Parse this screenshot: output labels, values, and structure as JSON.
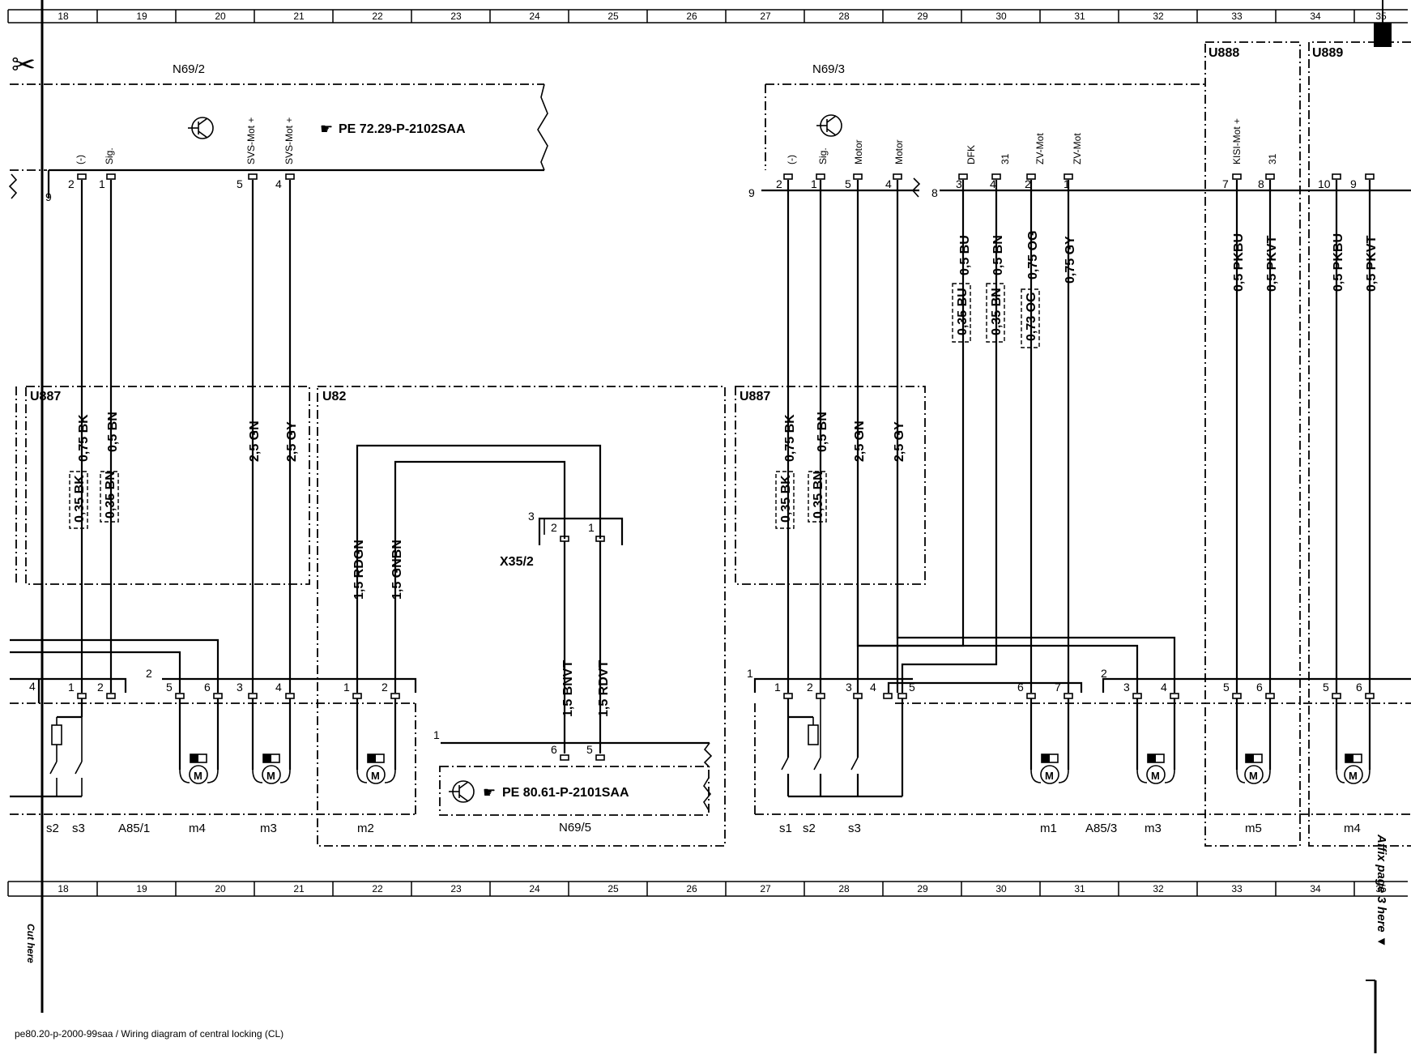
{
  "grid_numbers": [
    "18",
    "19",
    "20",
    "21",
    "22",
    "23",
    "24",
    "25",
    "26",
    "27",
    "28",
    "29",
    "30",
    "31",
    "32",
    "33",
    "34",
    "35"
  ],
  "side_notes": {
    "cut_here": "Cut here",
    "affix": "Affix page 3 here ▼"
  },
  "caption": "pe80.20-p-2000-99saa / Wiring diagram of central locking (CL)",
  "modules": {
    "n69_2": {
      "name": "N69/2",
      "ref": "PE 72.29-P-2102SAA"
    },
    "n69_3": {
      "name": "N69/3"
    },
    "n69_5": {
      "name": "N69/5",
      "ref": "PE 80.61-P-2101SAA"
    },
    "u888": "U888",
    "u889": "U889",
    "u887_left": "U887",
    "u887_right": "U887",
    "u82": "U82",
    "x35_2": "X35/2"
  },
  "n69_2_pins": [
    {
      "num": "2",
      "name": "(-)"
    },
    {
      "num": "1",
      "name": "Sig."
    },
    {
      "num": "5",
      "name": "SVS-Mot +"
    },
    {
      "num": "4",
      "name": "SVS-Mot +"
    }
  ],
  "n69_3_pins": [
    {
      "num": "2",
      "name": "(-)"
    },
    {
      "num": "1",
      "name": "Sig."
    },
    {
      "num": "5",
      "name": "Motor"
    },
    {
      "num": "4",
      "name": "Motor"
    },
    {
      "num": "3",
      "name": "DFK"
    },
    {
      "num": "4",
      "name": "31"
    },
    {
      "num": "2",
      "name": "ZV-Mot"
    },
    {
      "num": "1",
      "name": "ZV-Mot"
    },
    {
      "num": "7",
      "name": "KISI-Mot +"
    },
    {
      "num": "8",
      "name": "31"
    },
    {
      "num": "10",
      "name": ""
    },
    {
      "num": "9",
      "name": ""
    }
  ],
  "connector_numbers": {
    "n69_2_left": "9",
    "n69_3_left": "9",
    "n69_3_mid": "8",
    "a85_1_left": "4",
    "a85_1_mid": "2",
    "a85_3_left": "1",
    "a85_3_mid": "2",
    "x35_pin": "3",
    "n69_5_left": "1"
  },
  "wires": {
    "w0": "0,75 BK",
    "w1": "0,5 BN",
    "w2": "2,5 GN",
    "w3": "2,5 GY",
    "w4": "0,35 BK",
    "w5": "0,35 BN",
    "w6": "1,5 RDGN",
    "w7": "1,5 GNBN",
    "w8": "1,5 BNVT",
    "w9": "1,5 RDVT",
    "w10": "0,75 BK",
    "w11": "0,5 BN",
    "w12": "2,5 GN",
    "w13": "2,5 GY",
    "w14": "0,35 BK",
    "w15": "0,35 BN",
    "w16": "0,5 BU",
    "w17": "0,5 BN",
    "w18": "0,75 OG",
    "w19": "0,75 GY",
    "w20": "0,35 BU",
    "w21": "0,35 BN",
    "w22": "0,73 OG",
    "w23": "0,5 PKBU",
    "w24": "0,5 PKVT",
    "w25": "0,5 PKBU",
    "w26": "0,5 PKVT"
  },
  "x35_pins": [
    "2",
    "1"
  ],
  "n69_5_pins": [
    "6",
    "5"
  ],
  "a85_1_pins": [
    "1",
    "2",
    "5",
    "6",
    "3",
    "4",
    "1",
    "2"
  ],
  "a85_3_pins": [
    "1",
    "2",
    "3",
    "4",
    "5",
    "6",
    "7",
    "3",
    "4",
    "5",
    "6",
    "5",
    "6"
  ],
  "components": {
    "a85_1": "A85/1",
    "a85_3": "A85/3",
    "s2_l": "s2",
    "s3_l": "s3",
    "m4_l": "m4",
    "m3_l": "m3",
    "m2": "m2",
    "s1": "s1",
    "s2_r": "s2",
    "s3_r": "s3",
    "m1": "m1",
    "m3_r": "m3",
    "m5": "m5",
    "m4_r": "m4",
    "motor_symbol": "M"
  }
}
